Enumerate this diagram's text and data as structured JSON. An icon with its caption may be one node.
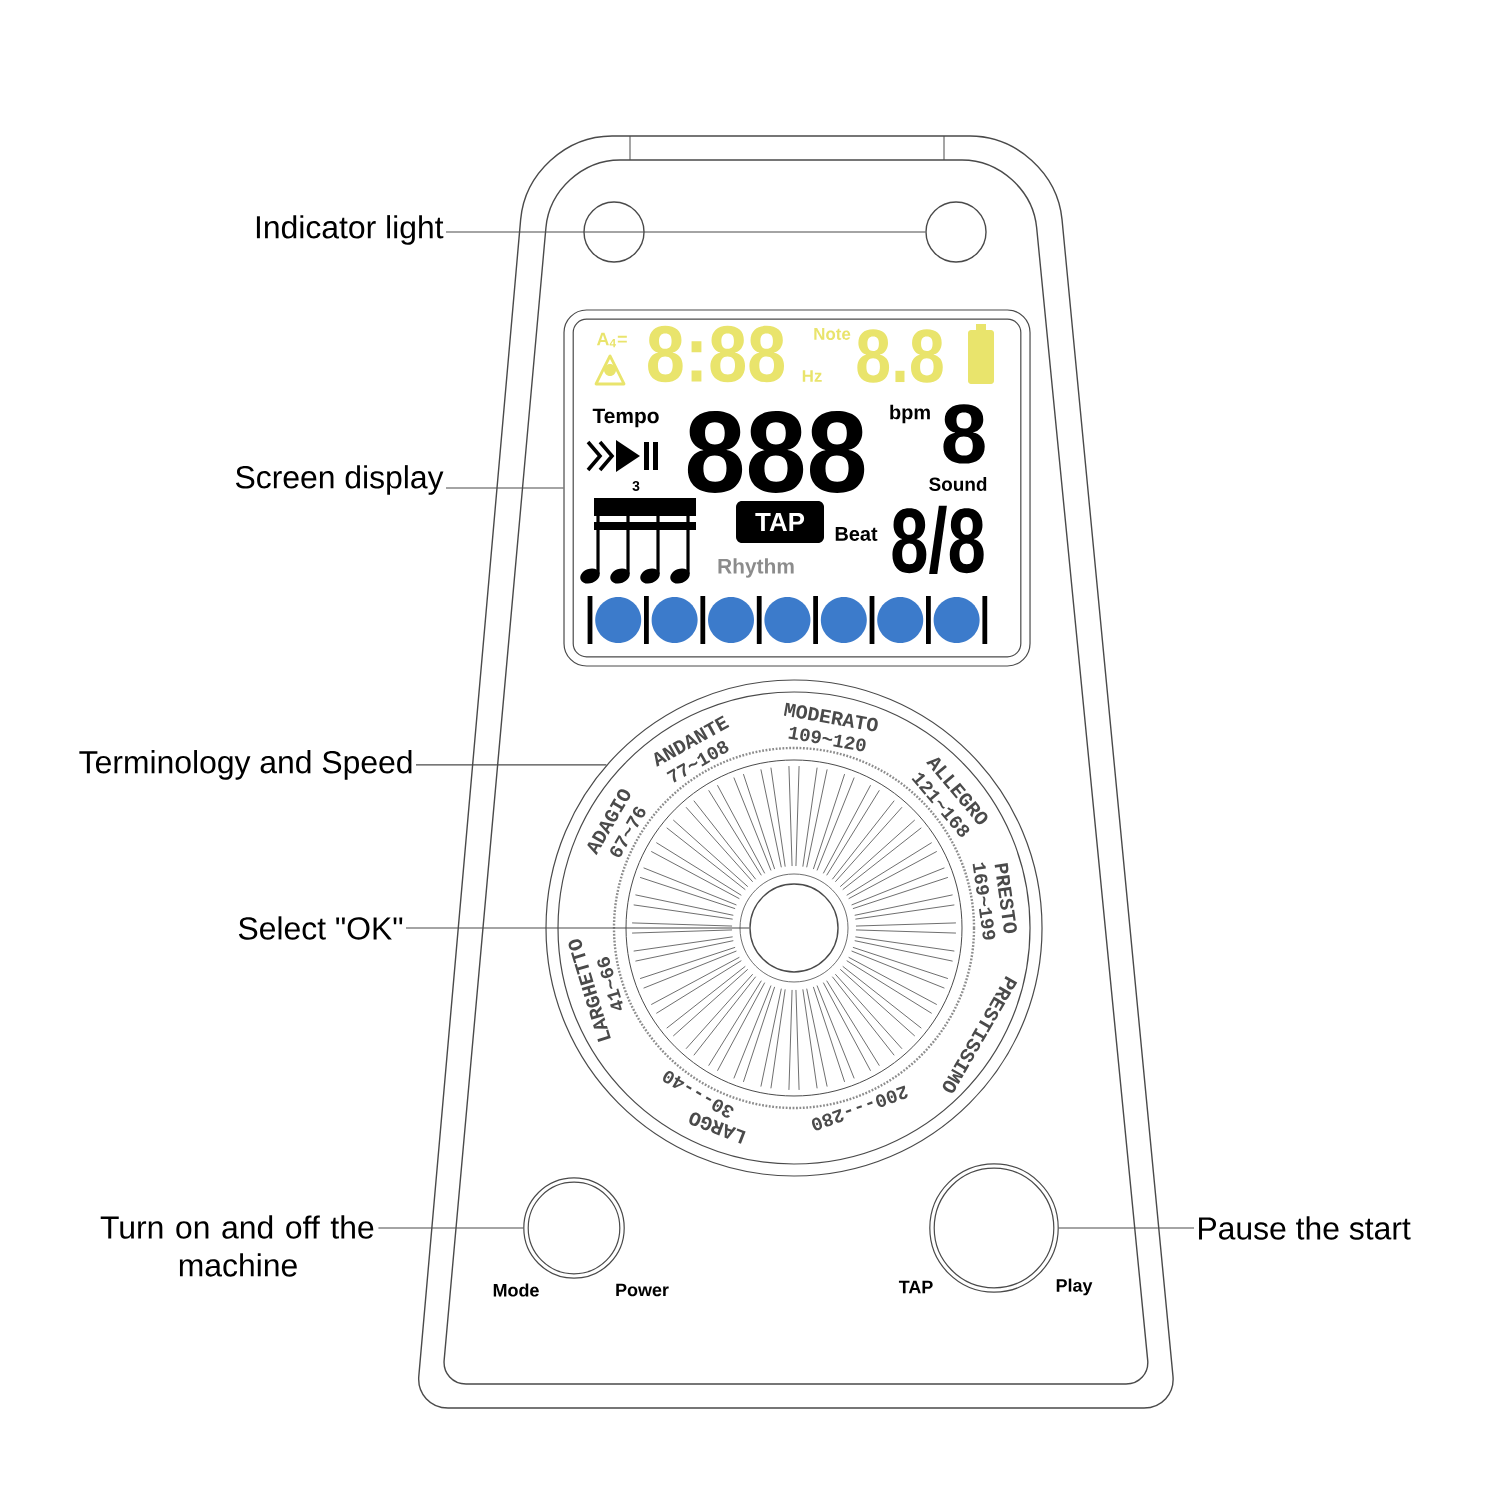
{
  "diagram": {
    "nodes": [
      {
        "text": [
          "Indicator light"
        ]
      },
      {
        "text": [],
        "shape": "circle"
      },
      {
        "text": [],
        "shape": "circle"
      },
      {
        "text": [
          "Screen display"
        ]
      },
      {
        "text": [],
        "shape": "box"
      },
      {
        "text": [
          "TAP"
        ],
        "in": 4
      },
      {
        "text": [
          "Terminology and Speed"
        ]
      },
      {
        "text": [],
        "shape": "circle"
      },
      {
        "text": [
          "Select \"OK\""
        ]
      },
      {
        "text": [],
        "shape": "circle",
        "in": 7
      },
      {
        "text": [
          "Turn on and off the machine"
        ]
      },
      {
        "text": [],
        "shape": "circle",
        "beside": [
          "Mode",
          "Power"
        ]
      },
      {
        "text": [
          "Pause the start"
        ]
      },
      {
        "text": [],
        "shape": "circle",
        "beside": [
          "TAP",
          "Play"
        ]
      }
    ],
    "edges": [
      {
        "from": 0,
        "to": 2,
        "arrow": "none"
      },
      {
        "from": 3,
        "to": 4,
        "arrow": "none"
      },
      {
        "from": 6,
        "to": 7,
        "arrow": "none"
      },
      {
        "from": 8,
        "to": 9,
        "arrow": "none"
      },
      {
        "from": 10,
        "to": 11,
        "arrow": "none"
      },
      {
        "from": 12,
        "to": 13,
        "arrow": "none"
      }
    ],
    "labels": [
      "A$_{4}$=",
      "8:88",
      "Hz",
      "Note",
      "8.8",
      "Tempo",
      "888",
      "bpm",
      "8",
      "Sound",
      "3",
      "Beat",
      "8/8",
      "Rhythm",
      "MODERATO",
      "109~120",
      "ANDANTE",
      "77~108",
      "ALLEGRO",
      "121~168",
      "ADAGIO",
      "67~76",
      "PRESTO",
      "169~199",
      "LARGHETTO",
      "41~66",
      "PRESTISSIMO",
      "200---280",
      "LARGO",
      "30---40"
    ]
  }
}
